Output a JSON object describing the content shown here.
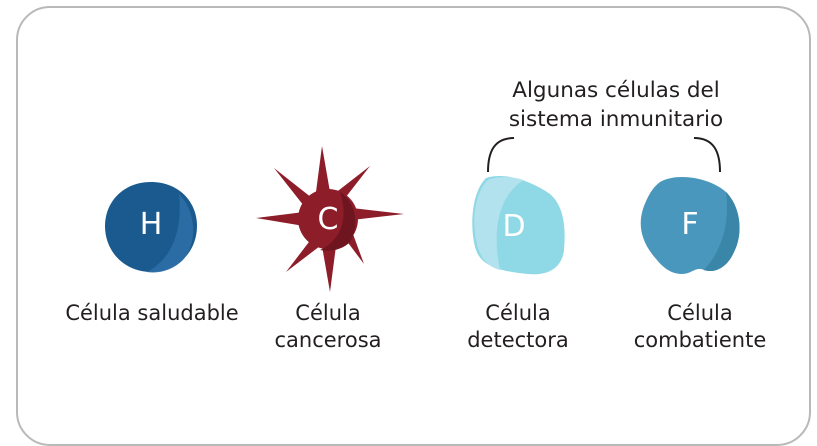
{
  "group_label": [
    "Algunas células del",
    "sistema inmunitario"
  ],
  "cells": [
    {
      "letter": "H",
      "caption": [
        "Célula saludable"
      ],
      "fill": "#1b5a8e"
    },
    {
      "letter": "C",
      "caption": [
        "Célula",
        "cancerosa"
      ],
      "fill": "#8e1d2a"
    },
    {
      "letter": "D",
      "caption": [
        "Célula",
        "detectora"
      ],
      "fill": "#8fd8e5"
    },
    {
      "letter": "F",
      "caption": [
        "Célula",
        "combatiente"
      ],
      "fill": "#4a97bd"
    }
  ]
}
